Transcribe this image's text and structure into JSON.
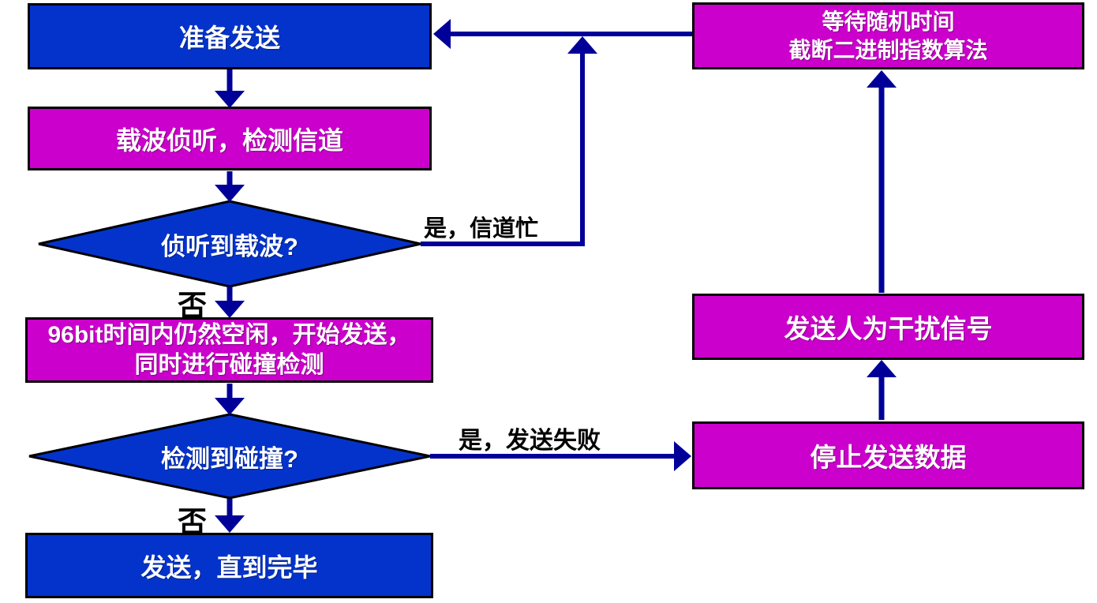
{
  "diagram": {
    "nodes": {
      "prepare": {
        "label": "准备发送"
      },
      "carrier_sense": {
        "label": "载波侦听，检测信道"
      },
      "listen_decision": {
        "label": "侦听到载波?"
      },
      "start_send": {
        "line1": "96bit时间内仍然空闲，开始发送，",
        "line2": "同时进行碰撞检测"
      },
      "collision_decision": {
        "label": "检测到碰撞?"
      },
      "send_done": {
        "label": "发送，直到完毕"
      },
      "wait_random": {
        "line1": "等待随机时间",
        "line2": "截断二进制指数算法"
      },
      "jam": {
        "label": "发送人为干扰信号"
      },
      "stop": {
        "label": "停止发送数据"
      }
    },
    "edge_labels": {
      "channel_busy": "是，信道忙",
      "no_carrier": "否",
      "send_failed": "是，发送失败",
      "no_collision": "否"
    },
    "colors": {
      "process_blue": "#0433CC",
      "process_magenta": "#CC00CC",
      "arrow": "#000099",
      "border": "#000000",
      "box_text": "#FFFFFF",
      "label_text": "#000000",
      "background": "#FFFFFF"
    }
  }
}
